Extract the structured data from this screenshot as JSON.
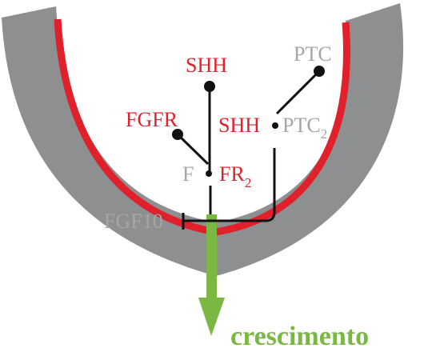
{
  "labels": {
    "shh_top": "SHH",
    "ptc_top": "PTC",
    "fgfr": "FGFR",
    "shh_mid": "SHH",
    "ptc2_main": "PTC",
    "ptc2_sub": "2",
    "f": "F",
    "fr2_main": "FR",
    "fr2_sub": "2",
    "fgf10": "FGF10",
    "crescimento": "crescimento"
  },
  "colors": {
    "outer_band": "#8e8f91",
    "inner_band": "#e0202a",
    "receptor_red": "#e0202a",
    "gray_text": "#a6a6a6",
    "line": "#111111",
    "growth_arrow": "#7ab743"
  }
}
